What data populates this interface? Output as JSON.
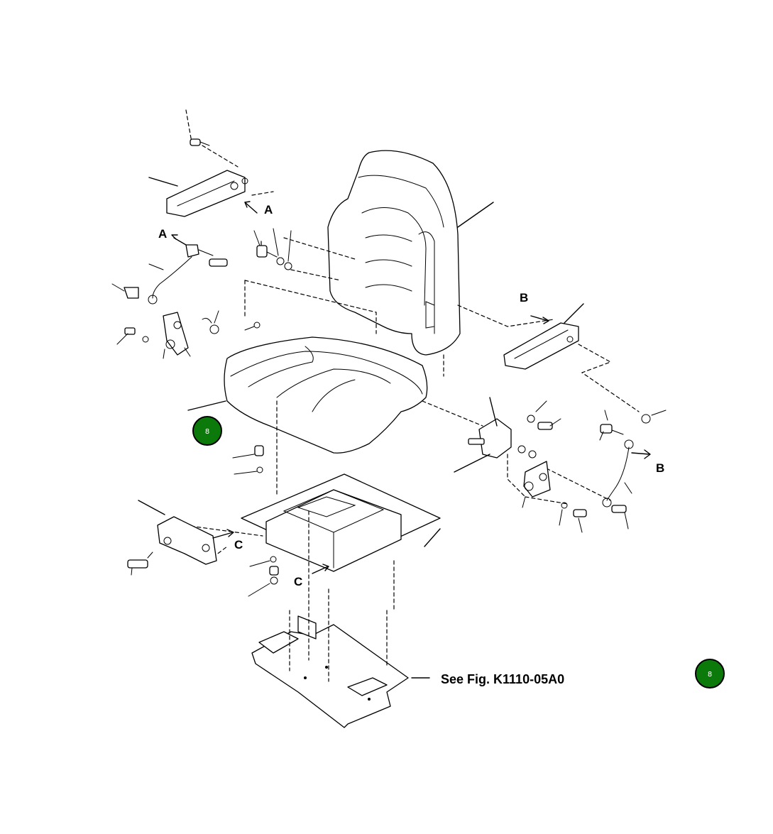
{
  "labels": {
    "a_top": "A",
    "a_left": "A",
    "b_upper": "B",
    "b_lower": "B",
    "c_left": "C",
    "c_center": "C"
  },
  "reference": "See Fig. K1110-05A0",
  "hotspots": [
    {
      "id": "hotspot-1",
      "text": "8",
      "color": "#0b7a0b"
    },
    {
      "id": "hotspot-2",
      "text": "8",
      "color": "#0b7a0b"
    }
  ]
}
